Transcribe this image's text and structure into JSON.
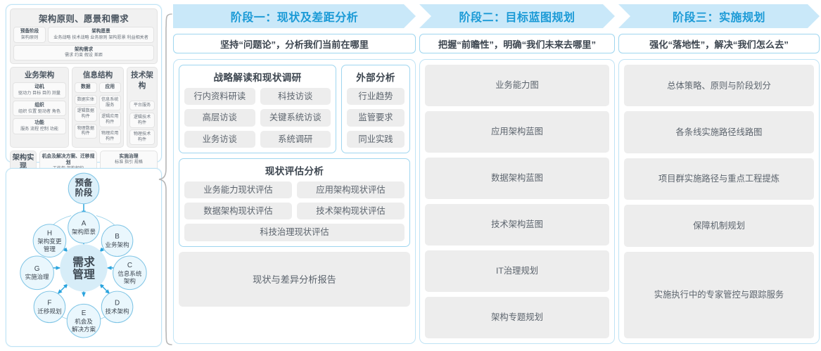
{
  "togaf_panel": {
    "title": "架构原则、愿景和需求",
    "head_cells": [
      {
        "title": "预备阶段",
        "items": "架构原则"
      },
      {
        "title": "架构愿景",
        "items": "业务战略 技术战略 业务原则 架构愿景 利益相关者"
      }
    ],
    "requirement": {
      "title": "架构需求",
      "items": "需求   约束   假设   差距"
    },
    "columns": [
      {
        "header": "业务架构",
        "groups": [
          {
            "title": "动机",
            "items": "驱动力 目标 目的 测量"
          },
          {
            "title": "组织",
            "items": "组织 位置 驱动者 角色"
          },
          {
            "title": "功能",
            "items": "服务 流程 控制 功能"
          }
        ]
      },
      {
        "header": "信息结构",
        "left": {
          "title": "数据",
          "items": [
            "数据实体",
            "逻辑数据构件",
            "物理数据构件"
          ]
        },
        "right": {
          "title": "应用",
          "items": [
            "信息系统服务",
            "逻辑应用构件",
            "物理应用构件"
          ]
        }
      },
      {
        "header": "技术架构",
        "items": [
          "平台服务",
          "逻辑技术构件",
          "物理技术构件"
        ]
      }
    ],
    "impl_row": {
      "label": "架构实现",
      "cells": [
        {
          "title": "机会及解决方案、迁移规划",
          "items": "工作包  架构契约"
        },
        {
          "title": "实施治理",
          "items": "标准  指引  规格"
        }
      ]
    }
  },
  "adm": {
    "preliminary": "预备阶段",
    "center": "需求管理",
    "nodes": [
      {
        "key": "A",
        "label": "架构愿景"
      },
      {
        "key": "B",
        "label": "业务架构"
      },
      {
        "key": "C",
        "label": "信息系统架构"
      },
      {
        "key": "D",
        "label": "技术架构"
      },
      {
        "key": "E",
        "label": "机会及解决方案"
      },
      {
        "key": "F",
        "label": "迁移规划"
      },
      {
        "key": "G",
        "label": "实施治理"
      },
      {
        "key": "H",
        "label": "架构变更管理"
      }
    ]
  },
  "colors": {
    "header_bg": "#c9e8f9",
    "header_text": "#1b9ad6",
    "panel_border": "#bfe3f5",
    "card_border": "#9fd6ef",
    "chip_bg": "#ededed",
    "chip_text": "#5c646d",
    "adm_circle": "#d7edf8",
    "adm_stroke": "#79c3e4",
    "arrow": "#2aa4de"
  },
  "phases": [
    {
      "header": "阶段一：现状及差距分析",
      "subtitle": "坚持“问题论”，分析我们当前在哪里",
      "groups": [
        {
          "title": "战略解读和现状调研",
          "chips": [
            "行内资料研读",
            "科技访谈",
            "高层访谈",
            "关键系统访谈",
            "业务访谈",
            "系统调研"
          ]
        },
        {
          "title": "外部分析",
          "chips": [
            "行业趋势",
            "监管要求",
            "同业实践"
          ]
        },
        {
          "title": "现状评估分析",
          "chips": [
            "业务能力现状评估",
            "应用架构现状评估",
            "数据架构现状评估",
            "技术架构现状评估"
          ],
          "wide_chip": "科技治理现状评估"
        }
      ],
      "report": "现状与差异分析报告"
    },
    {
      "header": "阶段二：目标蓝图规划",
      "subtitle": "把握“前瞻性”，明确“我们未来去哪里”",
      "items": [
        "业务能力图",
        "应用架构蓝图",
        "数据架构蓝图",
        "技术架构蓝图",
        "IT治理规划",
        "架构专题规划"
      ]
    },
    {
      "header": "阶段三：实施规划",
      "subtitle": "强化“落地性”，解决“我们怎么去”",
      "items": [
        "总体策略、原则与阶段划分",
        "各条线实施路径线路图",
        "项目群实施路径与重点工程提炼",
        "保障机制规划",
        "实施执行中的专家管控与跟踪服务"
      ]
    }
  ]
}
